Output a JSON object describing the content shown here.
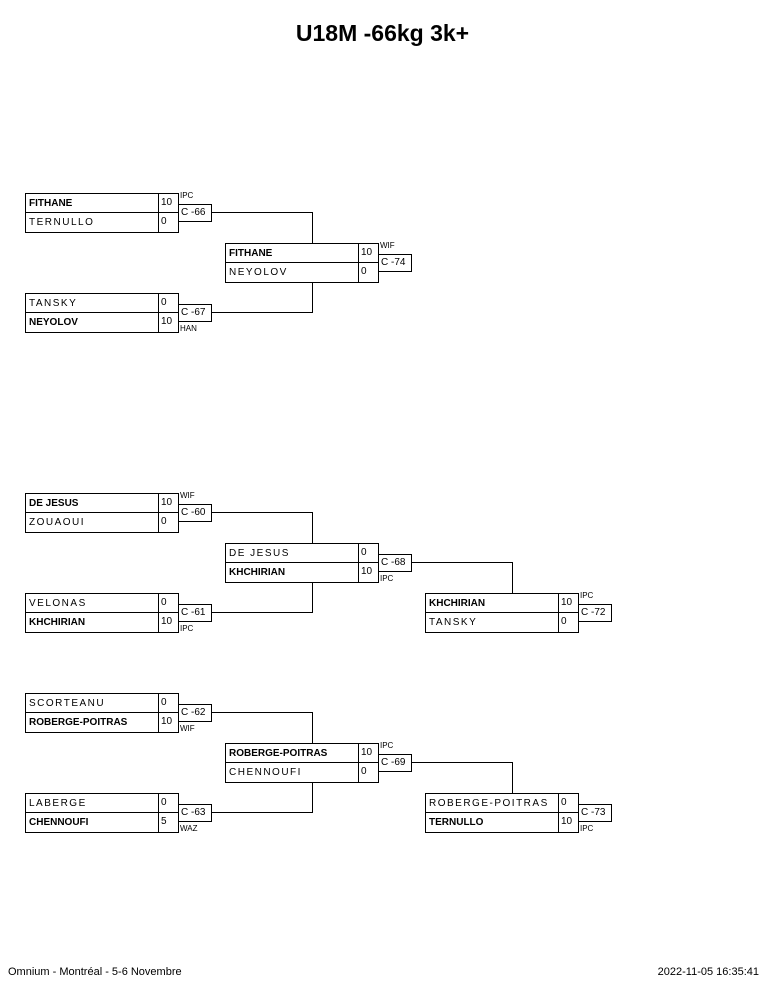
{
  "title": "U18M -66kg 3k+",
  "footer": {
    "event": "Omnium - Montréal - 5-6 Novembre",
    "timestamp": "2022-11-05 16:35:41"
  },
  "matches": {
    "m1": {
      "top": {
        "name": "FITHANE",
        "score": "10"
      },
      "bottom": {
        "name": "TERNULLO",
        "score": "0"
      },
      "contest": "C -66",
      "technique": "IPC"
    },
    "m2": {
      "top": {
        "name": "TANSKY",
        "score": "0"
      },
      "bottom": {
        "name": "NEYOLOV",
        "score": "10"
      },
      "contest": "C -67",
      "technique": "HAN"
    },
    "m3": {
      "top": {
        "name": "FITHANE",
        "score": "10"
      },
      "bottom": {
        "name": "NEYOLOV",
        "score": "0"
      },
      "contest": "C -74",
      "technique": "WIF"
    },
    "m4": {
      "top": {
        "name": "DE JESUS",
        "score": "10"
      },
      "bottom": {
        "name": "ZOUAOUI",
        "score": "0"
      },
      "contest": "C -60",
      "technique": "WIF"
    },
    "m5": {
      "top": {
        "name": "VELONAS",
        "score": "0"
      },
      "bottom": {
        "name": "KHCHIRIAN",
        "score": "10"
      },
      "contest": "C -61",
      "technique": "IPC"
    },
    "m6": {
      "top": {
        "name": "DE JESUS",
        "score": "0"
      },
      "bottom": {
        "name": "KHCHIRIAN",
        "score": "10"
      },
      "contest": "C -68",
      "technique": "IPC"
    },
    "m7": {
      "top": {
        "name": "KHCHIRIAN",
        "score": "10"
      },
      "bottom": {
        "name": "TANSKY",
        "score": "0"
      },
      "contest": "C -72",
      "technique": "IPC"
    },
    "m8": {
      "top": {
        "name": "SCORTEANU",
        "score": "0"
      },
      "bottom": {
        "name": "ROBERGE-POITRAS",
        "score": "10"
      },
      "contest": "C -62",
      "technique": "WIF"
    },
    "m9": {
      "top": {
        "name": "LABERGE",
        "score": "0"
      },
      "bottom": {
        "name": "CHENNOUFI",
        "score": "5"
      },
      "contest": "C -63",
      "technique": "WAZ"
    },
    "m10": {
      "top": {
        "name": "ROBERGE-POITRAS",
        "score": "10"
      },
      "bottom": {
        "name": "CHENNOUFI",
        "score": "0"
      },
      "contest": "C -69",
      "technique": "IPC"
    },
    "m11": {
      "top": {
        "name": "ROBERGE-POITRAS",
        "score": "0"
      },
      "bottom": {
        "name": "TERNULLO",
        "score": "10"
      },
      "contest": "C -73",
      "technique": "IPC"
    }
  }
}
